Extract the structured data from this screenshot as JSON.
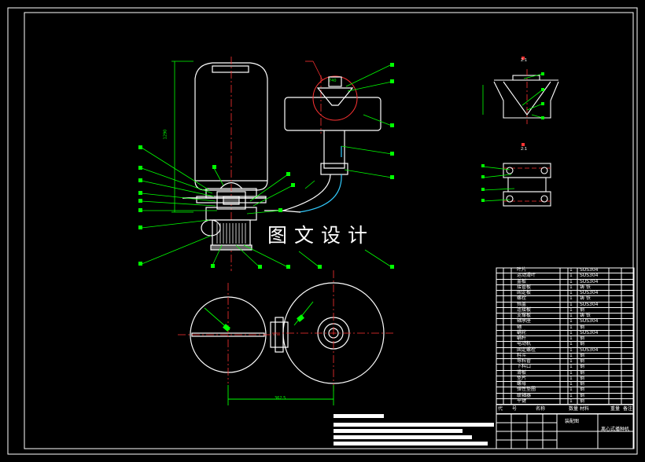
{
  "watermark": "图文设计",
  "drawing_title": "离心式播种机",
  "title_block_name": "装配图",
  "bom_header": {
    "no": "代",
    "code": "号",
    "name": "名称",
    "qty": "数量",
    "material": "材料",
    "weight": "重量",
    "remark": "备注"
  },
  "bom_rows": [
    {
      "name": "叶片",
      "qty": "1",
      "material": "SUS304"
    },
    {
      "name": "运动滑叶",
      "qty": "1",
      "material": "SUS304"
    },
    {
      "name": "盖板",
      "qty": "1",
      "material": "SUS304"
    },
    {
      "name": "接管板",
      "qty": "1",
      "material": "铸 铁"
    },
    {
      "name": "固定板",
      "qty": "1",
      "material": "SUS304"
    },
    {
      "name": "螺栓",
      "qty": "1",
      "material": "铸 铁"
    },
    {
      "name": "挡盖",
      "qty": "1",
      "material": "SUS304"
    },
    {
      "name": "连接板",
      "qty": "1",
      "material": "钢"
    },
    {
      "name": "支撑板",
      "qty": "1",
      "material": "铸 铁"
    },
    {
      "name": "轴承座",
      "qty": "1",
      "material": "SUS304"
    },
    {
      "name": "轴",
      "qty": "1",
      "material": "钢"
    },
    {
      "name": "蜗轮",
      "qty": "1",
      "material": "SUS304"
    },
    {
      "name": "蜗杆",
      "qty": "1",
      "material": "钢"
    },
    {
      "name": "电动机",
      "qty": "1",
      "material": "钢"
    },
    {
      "name": "固定螺栓",
      "qty": "1",
      "material": "SUS304"
    },
    {
      "name": "料斗",
      "qty": "1",
      "material": "钢"
    },
    {
      "name": "导料管",
      "qty": "1",
      "material": "钢"
    },
    {
      "name": "下料口",
      "qty": "1",
      "material": "钢"
    },
    {
      "name": "滑板",
      "qty": "1",
      "material": "钢"
    },
    {
      "name": "垫片",
      "qty": "1",
      "material": "钢"
    },
    {
      "name": "螺母",
      "qty": "1",
      "material": "钢"
    },
    {
      "name": "弹性垫圈",
      "qty": "1",
      "material": "钢"
    },
    {
      "name": "联轴器",
      "qty": "1",
      "material": "钢"
    },
    {
      "name": "平键",
      "qty": "1",
      "material": "钢"
    }
  ],
  "detail_scale": "2:1",
  "dims": {
    "height": "1290",
    "width": "740",
    "base": "362.5"
  }
}
